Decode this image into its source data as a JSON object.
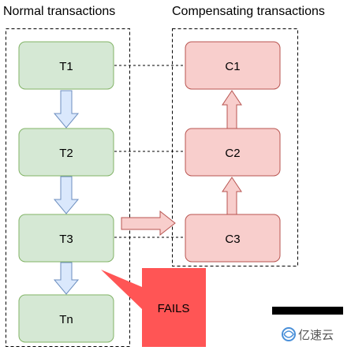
{
  "titles": {
    "normal": "Normal transactions",
    "compensating": "Compensating transactions"
  },
  "normal_steps": [
    "T1",
    "T2",
    "T3",
    "Tn"
  ],
  "compensating_steps": [
    "C1",
    "C2",
    "C3"
  ],
  "failure_label": "FAILS",
  "watermark": "亿速云",
  "colors": {
    "normal_fill": "#d5e8d4",
    "normal_stroke": "#82b366",
    "comp_fill": "#f8cecc",
    "comp_stroke": "#b85450",
    "down_arrow_fill": "#dae8fc",
    "down_arrow_stroke": "#6c8ebf",
    "fails_fill": "#ff5555",
    "dashed_border": "#000000"
  }
}
